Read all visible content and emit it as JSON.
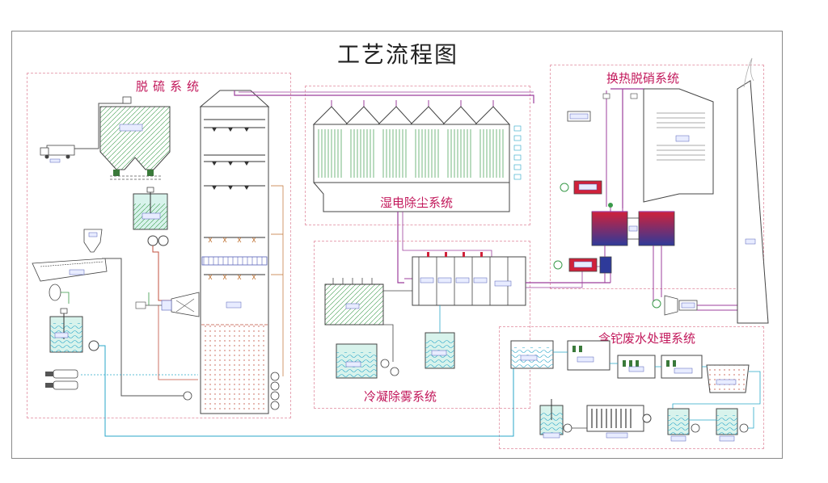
{
  "title": "工艺流程图",
  "systems": {
    "desulfurization": "脱硫系统",
    "wet_esp": "湿电除尘系统",
    "heat_denitration": "换热脱硝系统",
    "condensation": "冷凝除雾系统",
    "wastewater": "含铊废水处理系统"
  },
  "colors": {
    "frame": "#8a8a8a",
    "dashed_border": "#e7a5b4",
    "system_title": "#c2185b",
    "flue_gas_line": "#9c3f9c",
    "water_line": "#2aa7c9",
    "slurry_line": "#c0503f",
    "liquid_fill": "#d8f3ec",
    "packing_green": "#3a9a4a",
    "heater_hot": "#d0213a",
    "heater_cold": "#2e3a9a"
  }
}
